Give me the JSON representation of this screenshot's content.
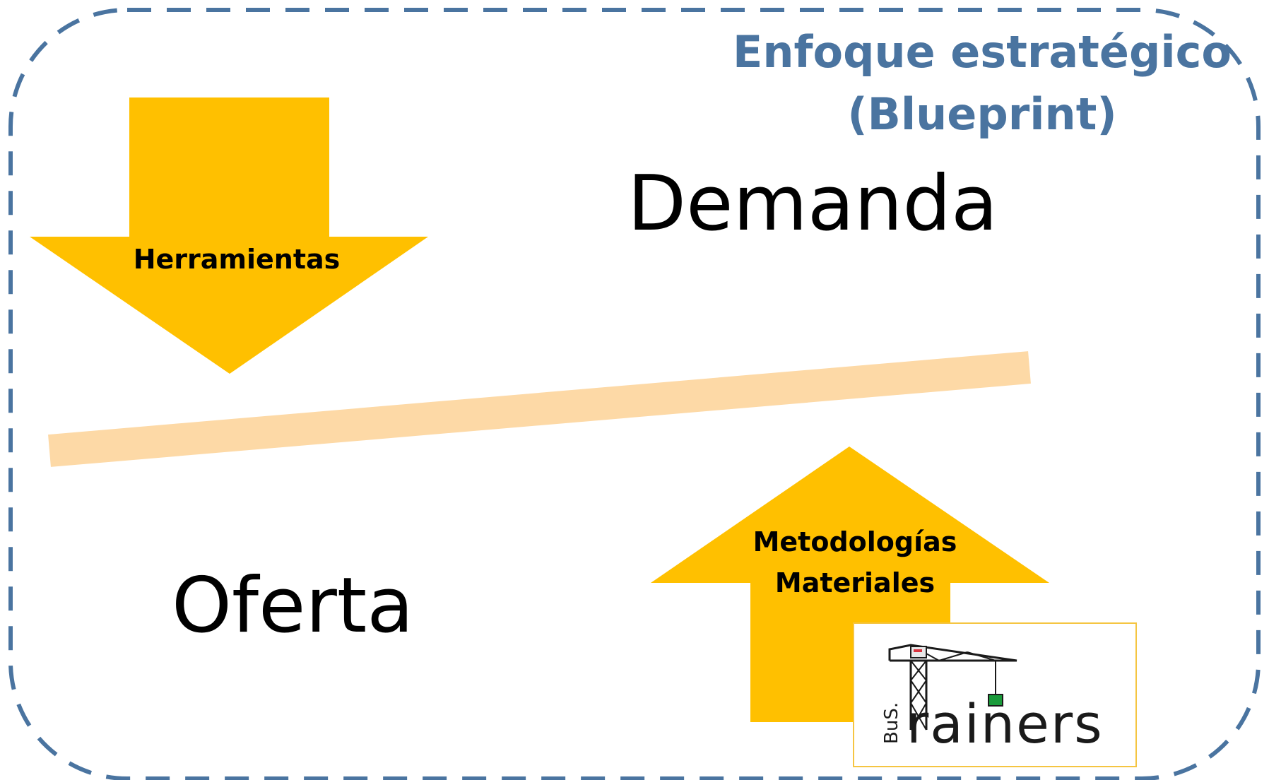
{
  "title": {
    "line1": "Enfoque estratégico",
    "line2": "(Blueprint)"
  },
  "labels": {
    "demanda": "Demanda",
    "oferta": "Oferta"
  },
  "arrows": {
    "down": {
      "label": "Herramientas",
      "color": "#ffc000"
    },
    "up": {
      "line1": "Metodologías",
      "line2": "Materiales",
      "color": "#ffc000"
    }
  },
  "balance_bar_color": "#fdd9a6",
  "frame_color": "#4a74a0",
  "logo": {
    "prefix": "BuS.",
    "name": "Trainers",
    "name_visible": "rainers",
    "accent_red": "#d9343f",
    "accent_green": "#1a9a3a"
  }
}
